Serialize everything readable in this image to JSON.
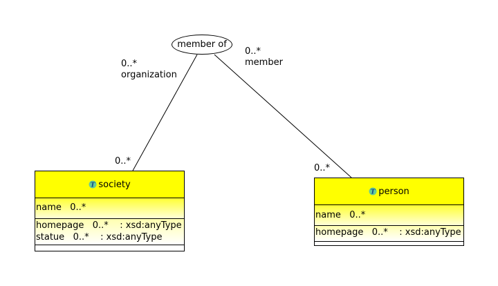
{
  "association": {
    "label": "member of"
  },
  "ends": {
    "org_mult_assoc": "0..*",
    "org_role": "organization",
    "member_mult_assoc": "0..*",
    "member_role": "member",
    "society_mult": "0..*",
    "person_mult": "0..*"
  },
  "classes": {
    "society": {
      "name": "society",
      "icon": "type-icon",
      "attributes": [
        "name   0..*"
      ],
      "properties": [
        "homepage   0..*    : xsd:anyType",
        "statue   0..*    : xsd:anyType"
      ]
    },
    "person": {
      "name": "person",
      "icon": "type-icon",
      "attributes": [
        "name   0..*"
      ],
      "properties": [
        "homepage   0..*    : xsd:anyType"
      ]
    }
  },
  "colors": {
    "header": "#ffff00",
    "icon": "#66cc99"
  }
}
